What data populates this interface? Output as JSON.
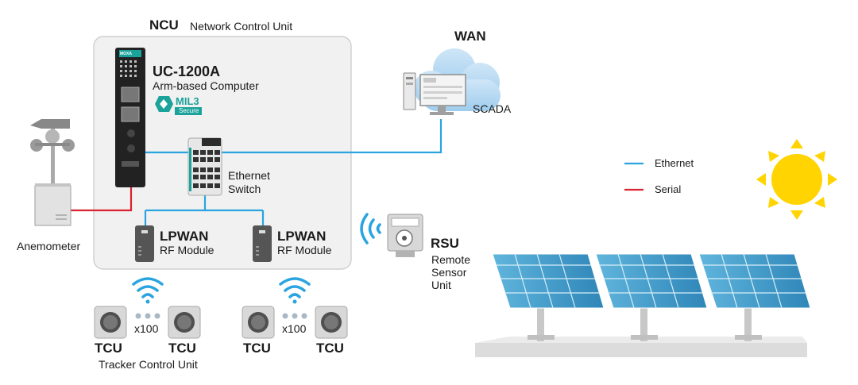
{
  "ncu": {
    "abbr": "NCU",
    "name": "Network Control Unit"
  },
  "computer": {
    "model": "UC-1200A",
    "desc": "Arm-based Computer",
    "brand": "MOXA",
    "badge_top": "MIL3",
    "badge_bottom": "Secure"
  },
  "switch": {
    "line1": "Ethernet",
    "line2": "Switch"
  },
  "wan": {
    "label": "WAN",
    "scada": "SCADA"
  },
  "rf_modules": [
    {
      "title": "LPWAN",
      "subtitle": "RF Module"
    },
    {
      "title": "LPWAN",
      "subtitle": "RF Module"
    }
  ],
  "anemometer": {
    "label": "Anemometer"
  },
  "rsu": {
    "abbr": "RSU",
    "line1": "Remote",
    "line2": "Sensor",
    "line3": "Unit"
  },
  "tcu_groups": [
    {
      "left": "TCU",
      "right": "TCU",
      "count": "x100"
    },
    {
      "left": "TCU",
      "right": "TCU",
      "count": "x100"
    }
  ],
  "tcu_caption": "Tracker Control Unit",
  "legend": [
    {
      "label": "Ethernet",
      "color": "#2aa4e0"
    },
    {
      "label": "Serial",
      "color": "#d9232e"
    }
  ],
  "colors": {
    "ethernet": "#2aa4e0",
    "serial": "#d9232e",
    "sun": "#ffd400",
    "panel": "#3d9bc7",
    "accent": "#1aa39a"
  }
}
